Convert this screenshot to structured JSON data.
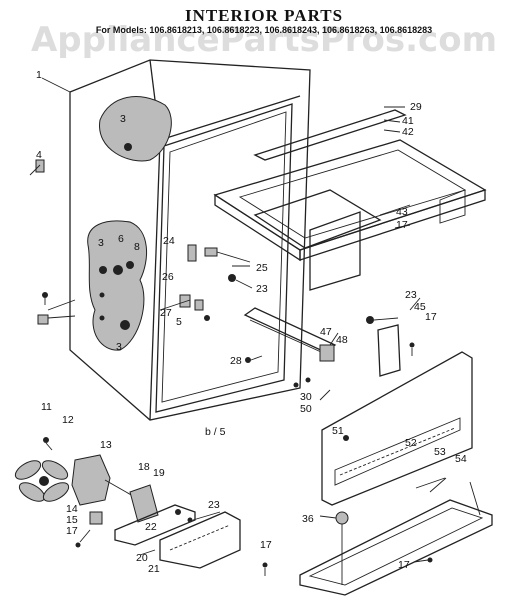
{
  "title": "INTERIOR PARTS",
  "models": "For Models: 106.8618213, 106.8618223, 106.8618243, 106.8618263, 106.8618283",
  "watermark": "AppliancePartsPros.com",
  "page_mark": "b / 5",
  "callouts": {
    "c1": "1",
    "c3a": "3",
    "c4": "4",
    "c3b": "3",
    "c6": "6",
    "c8": "8",
    "c3c": "3",
    "c29": "29",
    "c41": "41",
    "c42": "42",
    "c43": "43",
    "c17a": "17",
    "c24": "24",
    "c25": "25",
    "c26": "26",
    "c23a": "23",
    "c27": "27",
    "c5": "5",
    "c23b": "23",
    "c45": "45",
    "c17b": "17",
    "c47": "47",
    "c48": "48",
    "c28": "28",
    "c30": "30",
    "c50": "50",
    "c51": "51",
    "c11": "11",
    "c12": "12",
    "c13": "13",
    "c18": "18",
    "c19": "19",
    "c14": "14",
    "c15": "15",
    "c17c": "17",
    "c22": "22",
    "c23c": "23",
    "c20": "20",
    "c21": "21",
    "c17d": "17",
    "c52": "52",
    "c53": "53",
    "c54": "54",
    "c36": "36",
    "c17e": "17"
  }
}
